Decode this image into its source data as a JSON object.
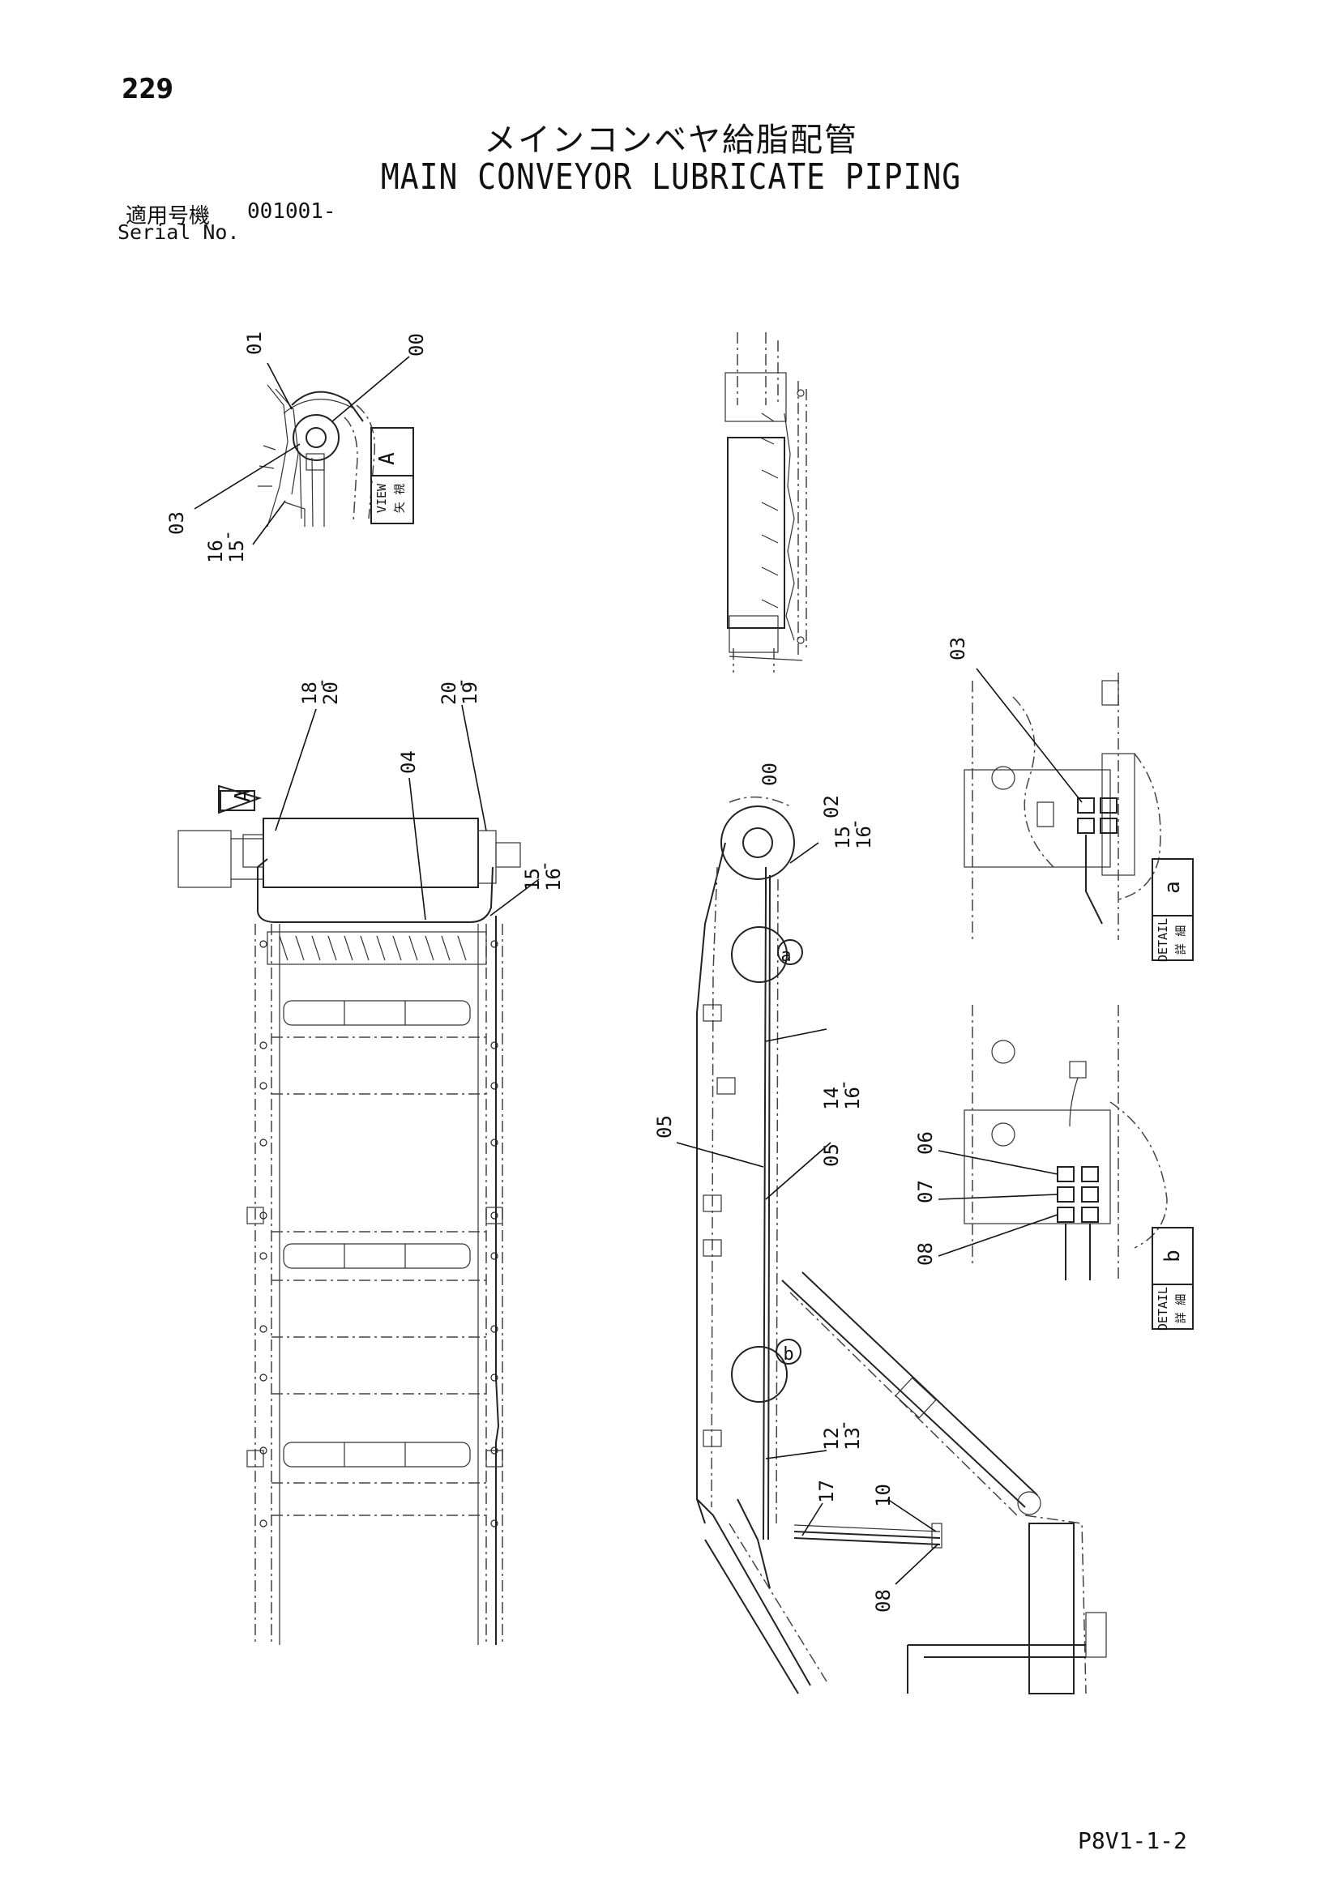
{
  "page_number": "229",
  "title_jp": "メインコンベヤ給脂配管",
  "title_en": "MAIN CONVEYOR LUBRICATE PIPING",
  "serial": {
    "label_jp": "適用号機",
    "value": "001001-",
    "label_en": "Serial No."
  },
  "view_a": {
    "label_jp": "矢 視",
    "label_en": "VIEW",
    "letter": "A",
    "callouts": [
      "01",
      "00",
      "03",
      "16",
      "15"
    ],
    "callout_dash": "-"
  },
  "plan_view": {
    "arrow_letter": "A",
    "callouts": [
      "18",
      "20",
      "20",
      "19",
      "04",
      "15",
      "16"
    ],
    "callout_dash": "-"
  },
  "side_view": {
    "callouts": [
      "00",
      "02",
      "15",
      "16",
      "14",
      "16",
      "05",
      "05",
      "12",
      "13",
      "17",
      "10",
      "08"
    ],
    "detail_markers": [
      "a",
      "b"
    ],
    "callout_dash": "-"
  },
  "detail_a": {
    "label_jp": "詳 細",
    "label_en": "DETAIL",
    "letter": "a",
    "callouts": [
      "03"
    ]
  },
  "detail_b": {
    "label_jp": "詳 細",
    "label_en": "DETAIL",
    "letter": "b",
    "callouts": [
      "06",
      "07",
      "08"
    ]
  },
  "doc_code": "P8V1-1-2"
}
